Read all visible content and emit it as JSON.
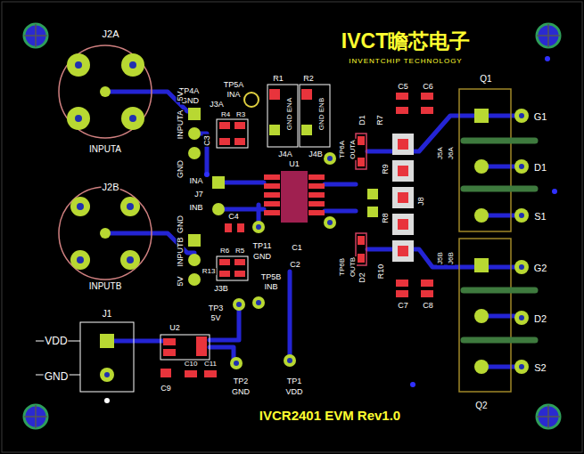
{
  "diagram": {
    "labels": [
      "IVCT瞻芯电子",
      "INVENTCHIP TECHNOLOGY",
      "J2A",
      "Q1",
      "C5",
      "C6",
      "R1",
      "R2",
      "TP4A",
      "GND",
      "TP5A",
      "INA",
      "5V",
      "INPUTA",
      "J3A",
      "R4",
      "R3",
      "GND ENA",
      "GND ENB",
      "D1",
      "R7",
      "J5A",
      "J6A",
      "G1",
      "C3",
      "INPUTA",
      "GND",
      "TP6A",
      "OUTA",
      "J4A",
      "J4B",
      "U1",
      "D1",
      "INA",
      "J7",
      "INB",
      "J8",
      "R9",
      "R8",
      "S1",
      "J2B",
      "C4",
      "GND",
      "TP11",
      "GND",
      "C1",
      "C2",
      "INPUTB",
      "R6",
      "R5",
      "J5B",
      "J6B",
      "G2",
      "TP6B",
      "OUTB",
      "D2",
      "R10",
      "INPUTB",
      "TP5B",
      "INB",
      "R13",
      "J3B",
      "5V",
      "C7",
      "C8",
      "TP3",
      "5V",
      "J1",
      "D2",
      "U2",
      "VDD",
      "S2",
      "GND",
      "C10",
      "C11",
      "TP2",
      "GND",
      "TP1",
      "VDD",
      "C9",
      "Q2",
      "IVCR2401 EVM Rev1.0"
    ]
  }
}
